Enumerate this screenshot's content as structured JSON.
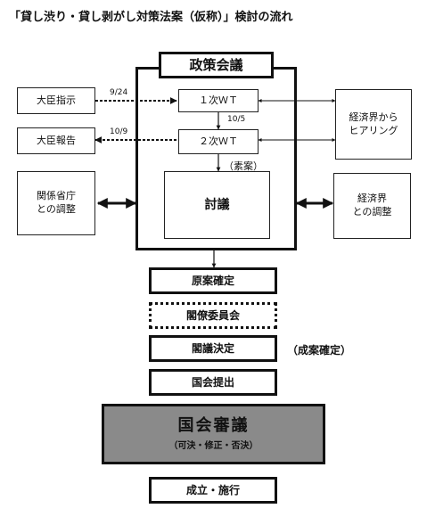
{
  "title": "「貸し渋り・貸し剥がし対策法案（仮称）」検討の流れ",
  "council": {
    "title": "政策会議"
  },
  "nodes": {
    "minister_instruction": "大臣指示",
    "minister_report": "大臣報告",
    "wt1": "１次ＷＴ",
    "wt2": "２次ＷＴ",
    "draft": "（素案）",
    "discussion": "討議",
    "ministries_line1": "関係省庁",
    "ministries_line2": "との調整",
    "business_hearing_line1": "経済界から",
    "business_hearing_line2": "ヒアリング",
    "business_coord_line1": "経済界",
    "business_coord_line2": "との調整",
    "draft_final": "原案確定",
    "vice_ministers": "閣僚委員会",
    "cabinet_decision": "閣議決定",
    "bill_finalized": "（成案確定）",
    "submission": "国会提出",
    "deliberation": "国会審議",
    "deliberation_sub": "（可決・修正・否決）",
    "enactment": "成立・施行"
  },
  "dates": {
    "instruction": "9/24",
    "wt2_start": "10/5",
    "report": "10/9"
  }
}
